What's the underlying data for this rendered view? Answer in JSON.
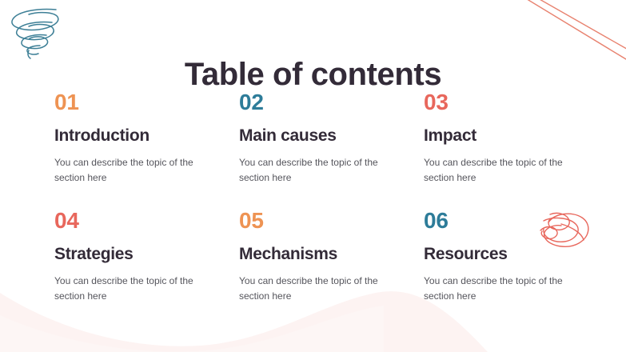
{
  "slide": {
    "title": "Table of contents",
    "background_color": "#ffffff",
    "title_color": "#332b38",
    "body_text_color": "#55555c"
  },
  "palette": {
    "orange": "#ee9353",
    "teal": "#2d7c99",
    "coral": "#e8675c",
    "wave_pink": "#fdf3f2",
    "spiral_blue": "#3d7f96",
    "line_coral": "#e8826f",
    "scribble_coral": "#e8675c"
  },
  "sections": [
    {
      "number": "01",
      "number_color": "#ee9353",
      "heading": "Introduction",
      "description": "You can describe the topic of the section here"
    },
    {
      "number": "02",
      "number_color": "#2d7c99",
      "heading": "Main causes",
      "description": "You can describe the topic of the section here"
    },
    {
      "number": "03",
      "number_color": "#e8675c",
      "heading": "Impact",
      "description": "You can describe the topic of the section here"
    },
    {
      "number": "04",
      "number_color": "#e8675c",
      "heading": "Strategies",
      "description": "You can describe the topic of the section here"
    },
    {
      "number": "05",
      "number_color": "#ee9353",
      "heading": "Mechanisms",
      "description": "You can describe the topic of the section here"
    },
    {
      "number": "06",
      "number_color": "#2d7c99",
      "heading": "Resources",
      "description": "You can describe the topic of the section here"
    }
  ],
  "decorations": [
    {
      "name": "spiral-doodle-icon",
      "color": "#3d7f96",
      "position": "top-left"
    },
    {
      "name": "diagonal-lines-icon",
      "color": "#e8826f",
      "position": "top-right"
    },
    {
      "name": "scribble-doodle-icon",
      "color": "#e8675c",
      "position": "near-section-06"
    },
    {
      "name": "wave-shape",
      "color": "#fdf3f2",
      "position": "bottom-left"
    }
  ]
}
